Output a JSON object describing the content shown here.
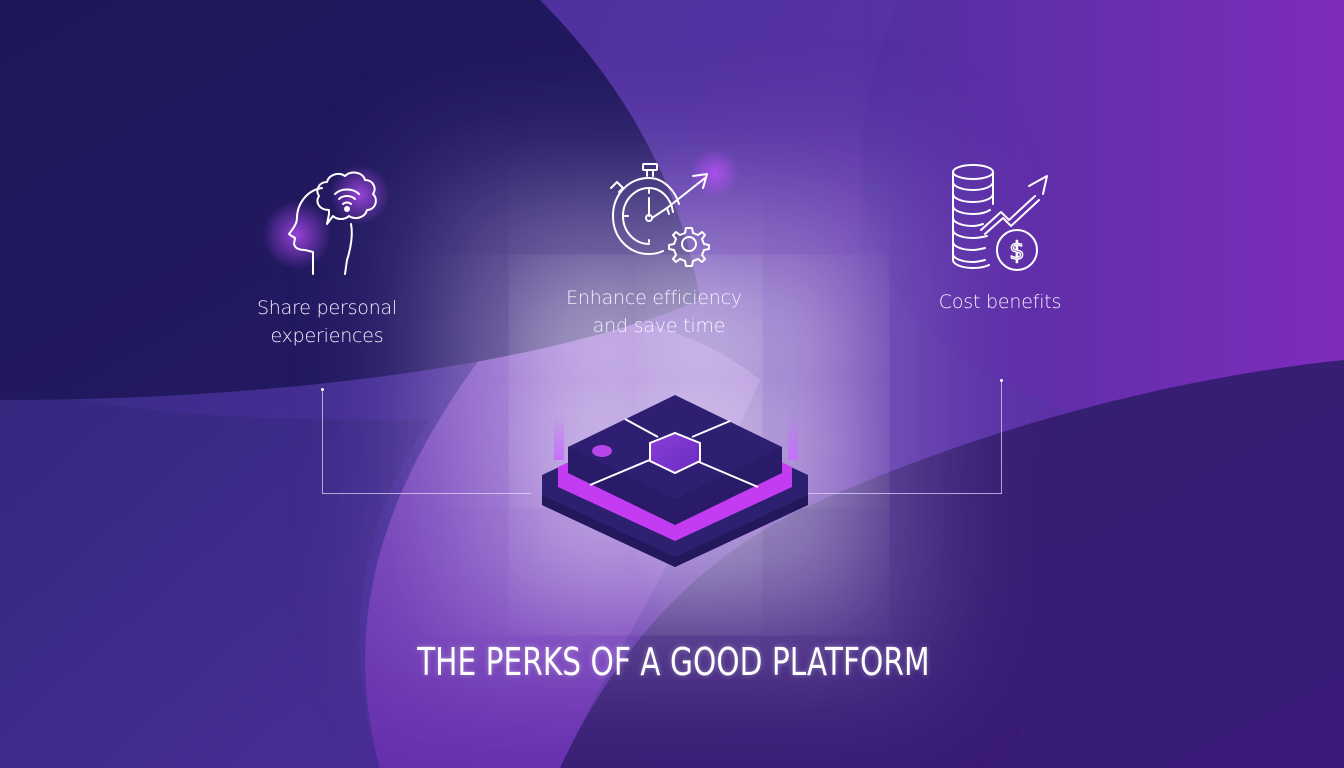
{
  "title": "THE PERKS OF A GOOD PLATFORM",
  "features": [
    {
      "label_line1": "Share personal",
      "label_line2": "experiences",
      "icon": "head-thought-wifi-icon"
    },
    {
      "label_line1": "Enhance efficiency",
      "label_line2": "and save time",
      "icon": "stopwatch-gear-arrow-icon"
    },
    {
      "label_line1": "Cost benefits",
      "label_line2": "",
      "icon": "coins-growth-dollar-icon"
    }
  ],
  "center_graphic": "isometric-platform-icon",
  "colors": {
    "bg_dark": "#1f1860",
    "bg_mid": "#3a2a88",
    "bg_violet": "#6a2fb0",
    "accent_magenta": "#c040f0",
    "platform_dark": "#2e1e6e",
    "text": "#ffffff"
  }
}
